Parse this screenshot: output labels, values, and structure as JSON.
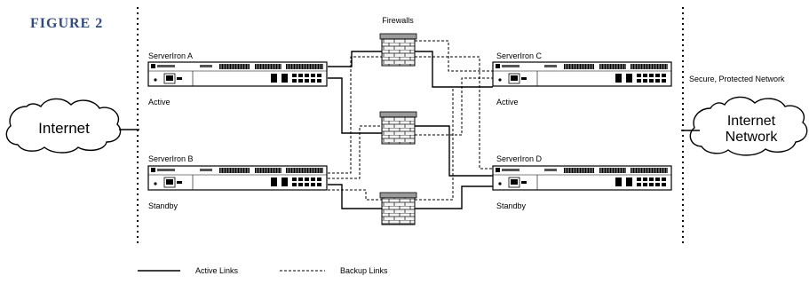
{
  "figure_label": "FIGURE 2",
  "colors": {
    "figure_label": "#2e4a8c",
    "ink": "#000000",
    "firewall_fill": "#f2f2f2",
    "firewall_top": "#9a9a9a"
  },
  "clouds": {
    "left": {
      "label": "Internet"
    },
    "right": {
      "label_line1": "Internet",
      "label_line2": "Network"
    }
  },
  "firewalls_label": "Firewalls",
  "secure_network_label": "Secure, Protected Network",
  "switches": {
    "a": {
      "name": "ServerIron A",
      "status": "Active"
    },
    "b": {
      "name": "ServerIron B",
      "status": "Standby"
    },
    "c": {
      "name": "ServerIron C",
      "status": "Active"
    },
    "d": {
      "name": "ServerIron D",
      "status": "Standby"
    }
  },
  "legend": {
    "active": "Active Links",
    "backup": "Backup Links"
  }
}
